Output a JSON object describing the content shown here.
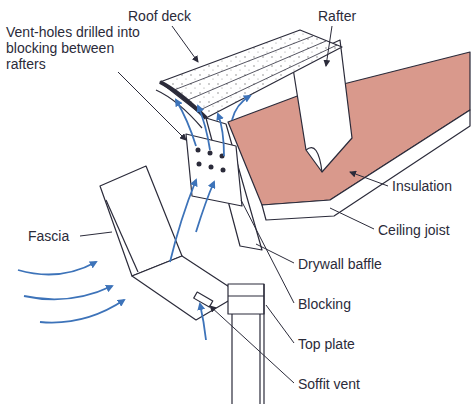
{
  "diagram": {
    "labels": [
      "Roof deck",
      "Rafter",
      "Vent-holes drilled into blocking between rafters",
      "Insulation",
      "Ceiling joist",
      "Fascia",
      "Drywall baffle",
      "Blocking",
      "Top plate",
      "Soffit vent"
    ]
  }
}
